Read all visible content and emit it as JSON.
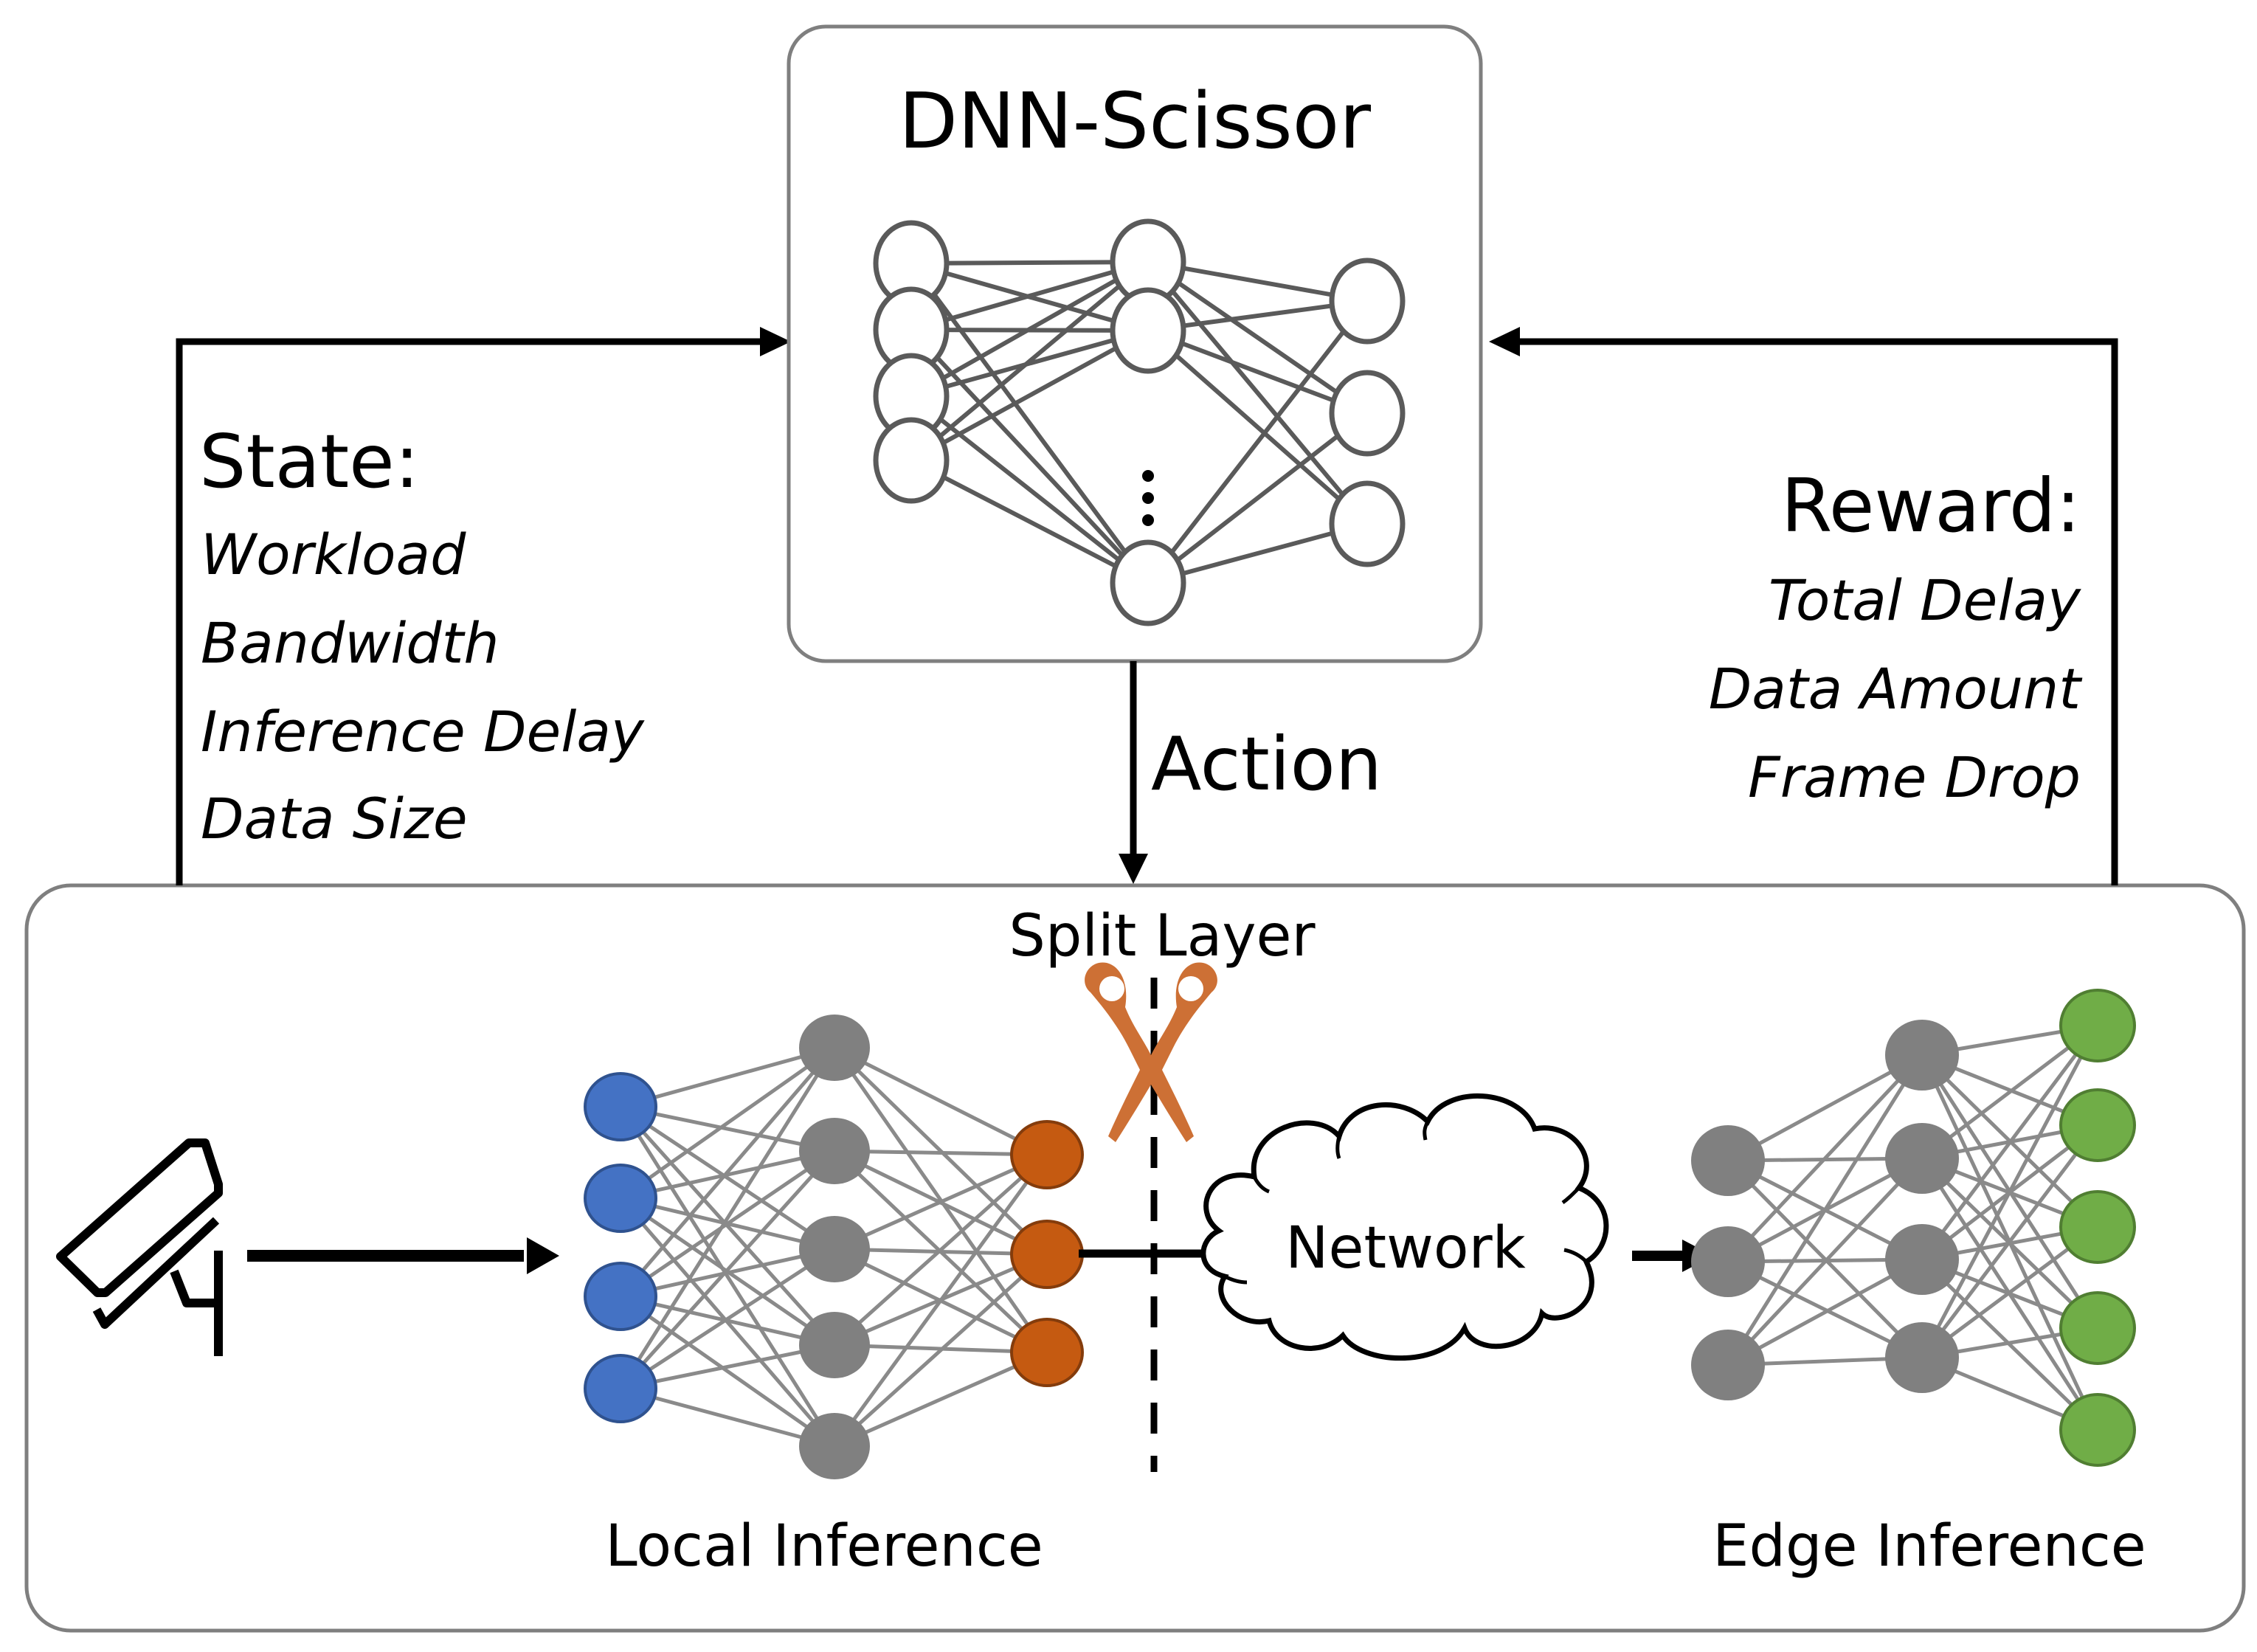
{
  "diagram": {
    "agent": {
      "title": "DNN-Scissor",
      "network_layers": [
        4,
        3,
        3
      ],
      "ellipsis_between": "hidden-layer-nodes"
    },
    "state": {
      "heading": "State:",
      "items": [
        "Workload",
        "Bandwidth",
        "Inference Delay",
        "Data Size"
      ]
    },
    "reward": {
      "heading": "Reward:",
      "items": [
        "Total Delay",
        "Data Amount",
        "Frame Drop"
      ]
    },
    "action": {
      "label": "Action"
    },
    "environment": {
      "split_label": "Split Layer",
      "network_label": "Network",
      "local_label": "Local Inference",
      "edge_label": "Edge Inference",
      "local_layers": [
        4,
        5,
        3
      ],
      "edge_layers": [
        3,
        4,
        5
      ]
    },
    "icons": {
      "camera": "surveillance-camera-icon",
      "scissors": "scissors-icon",
      "cloud": "cloud-icon"
    },
    "colors": {
      "input_node": "#4472C4",
      "input_stroke": "#2F528F",
      "hidden_node": "#808080",
      "split_node": "#C55A11",
      "split_stroke": "#843C0C",
      "output_node": "#70AD47",
      "output_stroke": "#507E32",
      "scissors": "#CD7035",
      "agent_edge": "#5A5A5A",
      "box_border": "#7F7F7F"
    }
  }
}
